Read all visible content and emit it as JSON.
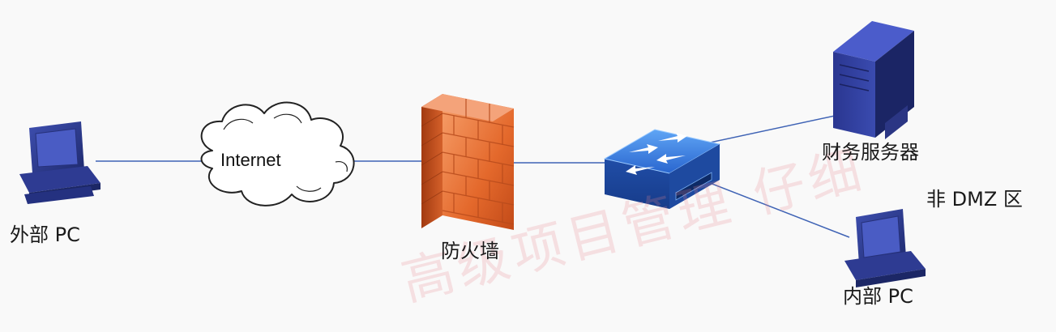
{
  "nodes": {
    "external_pc": {
      "label": "外部 PC"
    },
    "internet": {
      "label": "Internet"
    },
    "firewall": {
      "label": "防火墙"
    },
    "switch": {
      "label": ""
    },
    "finance_server": {
      "label": "财务服务器"
    },
    "internal_pc": {
      "label": "内部 PC"
    }
  },
  "zone": {
    "label": "非 DMZ 区"
  },
  "watermark": {
    "text": "高级项目管理  仔细"
  },
  "colors": {
    "device_blue": "#2c3a8c",
    "device_dark": "#1c2766",
    "link_line": "#3f63b5",
    "firewall_orange": "#e26a2e",
    "switch_blue": "#2f6fd6"
  },
  "icons": {
    "external_pc": "desktop-pc-icon",
    "internet": "cloud-icon",
    "firewall": "firewall-icon",
    "switch": "switch-icon",
    "finance_server": "server-tower-icon",
    "internal_pc": "desktop-pc-icon"
  }
}
